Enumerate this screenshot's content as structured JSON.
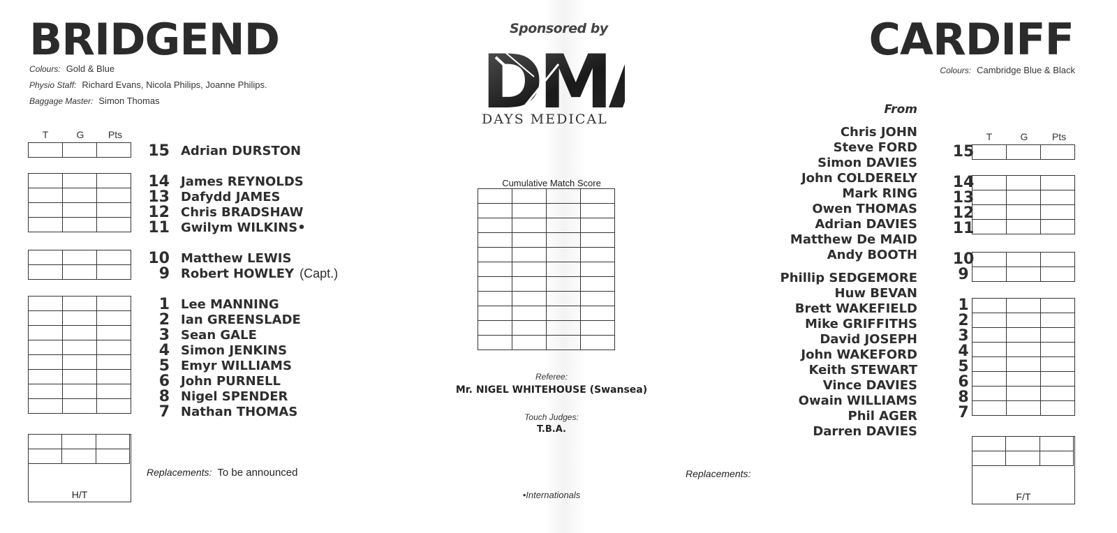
{
  "home": {
    "name": "BRIDGEND",
    "colours_label": "Colours:",
    "colours": "Gold & Blue",
    "physio_label": "Physio Staff:",
    "physio": "Richard Evans, Nicola Philips, Joanne Philips.",
    "baggage_label": "Baggage Master:",
    "baggage": "Simon Thomas",
    "score_cols": [
      "T",
      "G",
      "Pts"
    ],
    "players": [
      {
        "num": "15",
        "name": "Adrian DURSTON",
        "note": ""
      },
      {
        "num": "14",
        "name": "James REYNOLDS",
        "note": ""
      },
      {
        "num": "13",
        "name": "Dafydd JAMES",
        "note": ""
      },
      {
        "num": "12",
        "name": "Chris BRADSHAW",
        "note": ""
      },
      {
        "num": "11",
        "name": "Gwilym WILKINS•",
        "note": ""
      },
      {
        "num": "10",
        "name": "Matthew LEWIS",
        "note": ""
      },
      {
        "num": "9",
        "name": "Robert HOWLEY",
        "note": "(Capt.)"
      },
      {
        "num": "1",
        "name": "Lee MANNING",
        "note": ""
      },
      {
        "num": "2",
        "name": "Ian GREENSLADE",
        "note": ""
      },
      {
        "num": "3",
        "name": "Sean GALE",
        "note": ""
      },
      {
        "num": "4",
        "name": "Simon JENKINS",
        "note": ""
      },
      {
        "num": "5",
        "name": "Emyr WILLIAMS",
        "note": ""
      },
      {
        "num": "6",
        "name": "John PURNELL",
        "note": ""
      },
      {
        "num": "8",
        "name": "Nigel SPENDER",
        "note": ""
      },
      {
        "num": "7",
        "name": "Nathan THOMAS",
        "note": ""
      }
    ],
    "replacements_label": "Replacements:",
    "replacements": "To be announced",
    "ht_label": "H/T"
  },
  "sponsor": {
    "sponsored_by": "Sponsored by",
    "logo": "DMA",
    "company": "DAYS MEDICAL",
    "cumulative_label": "Cumulative Match Score",
    "referee_label": "Referee:",
    "referee": "Mr. NIGEL WHITEHOUSE (Swansea)",
    "touch_label": "Touch Judges:",
    "touch": "T.B.A.",
    "footnote": "•Internationals"
  },
  "away": {
    "name": "CARDIFF",
    "colours_label": "Colours:",
    "colours": "Cambridge Blue & Black",
    "from_label": "From",
    "score_cols": [
      "T",
      "G",
      "Pts"
    ],
    "players": [
      "Chris JOHN",
      "Steve FORD",
      "Simon DAVIES",
      "John COLDERELY",
      "Mark RING",
      "Owen THOMAS",
      "Adrian DAVIES",
      "Matthew De MAID",
      "Andy BOOTH",
      "Phillip SEDGEMORE",
      "Huw BEVAN",
      "Brett WAKEFIELD",
      "Mike GRIFFITHS",
      "David JOSEPH",
      "John WAKEFORD",
      "Keith STEWART",
      "Vince DAVIES",
      "Owain WILLIAMS",
      "Phil AGER",
      "Darren DAVIES"
    ],
    "numbers": [
      "15",
      "14",
      "13",
      "12",
      "11",
      "10",
      "9",
      "1",
      "2",
      "3",
      "4",
      "5",
      "6",
      "8",
      "7"
    ],
    "replacements_label": "Replacements:",
    "ft_label": "F/T"
  }
}
